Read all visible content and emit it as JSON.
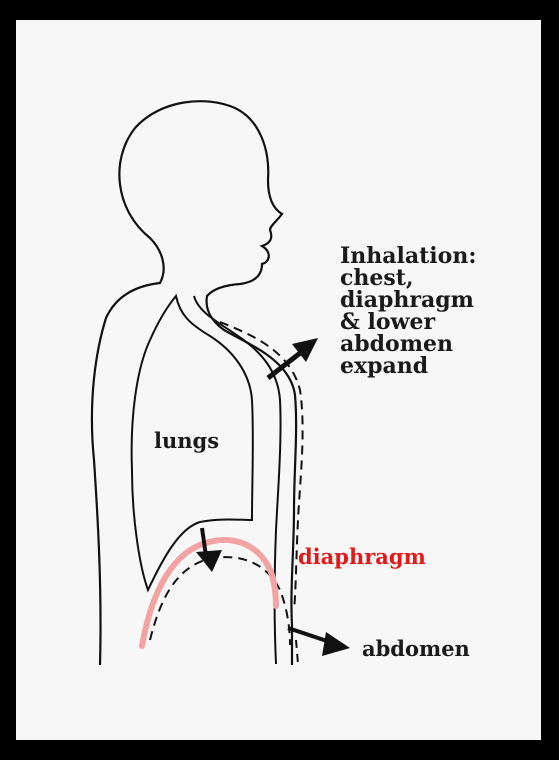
{
  "colors": {
    "background": "#000000",
    "panel": "#f7f7f7",
    "outline": "#111111",
    "diaphragm_curve": "#f2a3a3",
    "diaphragm_label": "#e01b1b"
  },
  "labels": {
    "inhalation_lines": [
      "Inhalation:",
      "chest,",
      "diaphragm",
      "& lower",
      "abdomen",
      "expand"
    ],
    "lungs": "lungs",
    "diaphragm": "diaphragm",
    "abdomen": "abdomen"
  }
}
